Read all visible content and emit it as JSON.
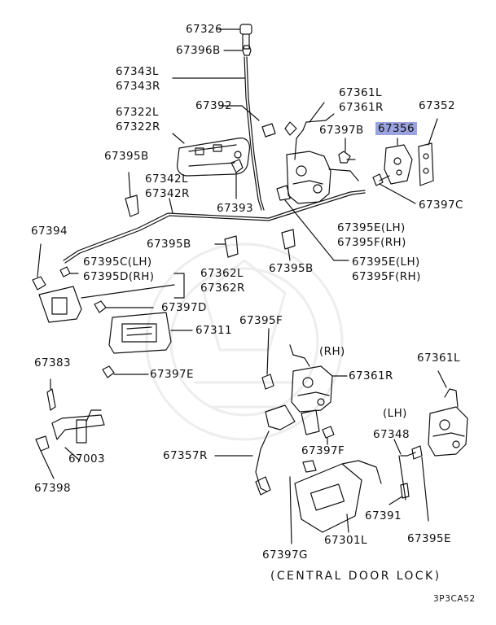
{
  "diagram": {
    "highlight_color": "#9aa3e0",
    "labels": {
      "p67326": "67326",
      "p67396B": "67396B",
      "p67343L": "67343L",
      "p67343R": "67343R",
      "p67361L_top": "67361L",
      "p67361R_top": "67361R",
      "p67352": "67352",
      "p67392": "67392",
      "p67322L": "67322L",
      "p67322R": "67322R",
      "p67397B": "67397B",
      "p67356": "67356",
      "p67395B_a": "67395B",
      "p67342L": "67342L",
      "p67342R": "67342R",
      "p67393": "67393",
      "p67397C": "67397C",
      "p67394": "67394",
      "p67395E_LH_a": "67395E(LH)",
      "p67395F_RH_a": "67395F(RH)",
      "p67395B_b": "67395B",
      "p67395C_LH": "67395C(LH)",
      "p67395D_RH": "67395D(RH)",
      "p67395E_LH_b": "67395E(LH)",
      "p67395F_RH_b": "67395F(RH)",
      "p67362L": "67362L",
      "p67362R": "67362R",
      "p67395B_c": "67395B",
      "p67397D": "67397D",
      "p67311": "67311",
      "p67395F": "67395F",
      "rh": "(RH)",
      "p67383": "67383",
      "p67397E": "67397E",
      "p67361R_mid": "67361R",
      "p67361L_mid": "67361L",
      "lh": "(LH)",
      "p67003": "67003",
      "p67348": "67348",
      "p67357R": "67357R",
      "p67397F": "67397F",
      "p67398": "67398",
      "p67391": "67391",
      "p67395E": "67395E",
      "p67301L": "67301L",
      "p67397G": "67397G",
      "caption": "(CENTRAL DOOR LOCK)",
      "code": "3P3CA52"
    }
  }
}
